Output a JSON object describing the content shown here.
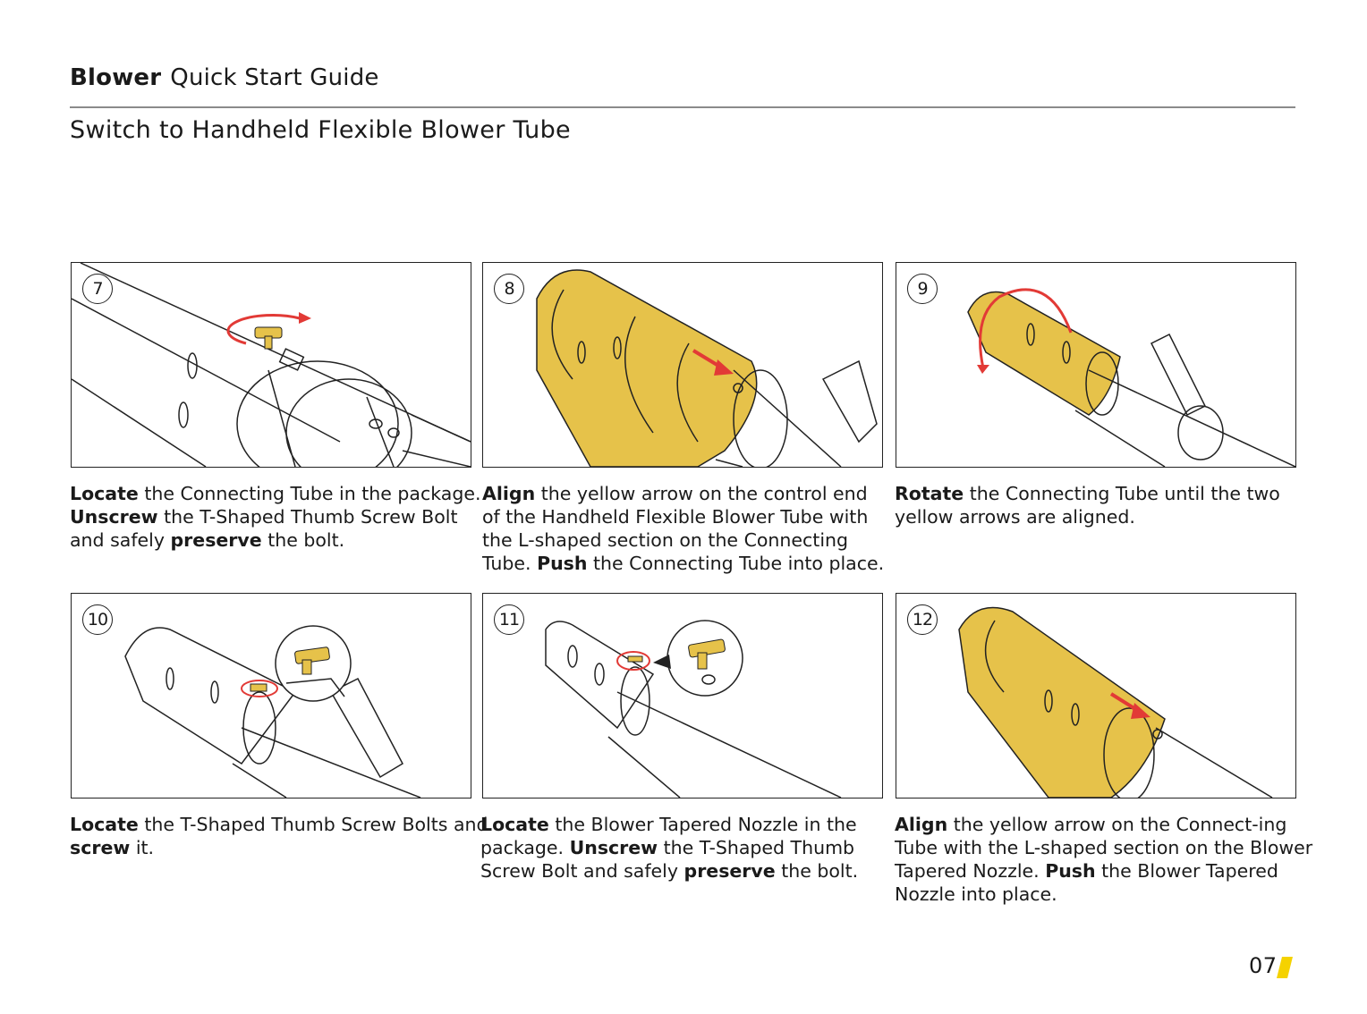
{
  "header": {
    "brand": "Blower",
    "title": "Quick Start Guide"
  },
  "section_title": "Switch to Handheld Flexible Blower Tube",
  "colors": {
    "accent_yellow": "#e6c24a",
    "arrow_red": "#e23a36",
    "page_mark": "#f5d200"
  },
  "steps": [
    {
      "num": "7",
      "parts": [
        {
          "b": true,
          "t": "Locate"
        },
        {
          "b": false,
          "t": " the Connecting Tube in the package. "
        },
        {
          "b": true,
          "t": "Unscrew"
        },
        {
          "b": false,
          "t": " the T-Shaped Thumb Screw Bolt and safely "
        },
        {
          "b": true,
          "t": "preserve"
        },
        {
          "b": false,
          "t": " the bolt."
        }
      ]
    },
    {
      "num": "8",
      "parts": [
        {
          "b": true,
          "t": "Align"
        },
        {
          "b": false,
          "t": " the yellow arrow on the control end of the Handheld Flexible Blower Tube with the L-shaped section on the Connecting Tube. "
        },
        {
          "b": true,
          "t": "Push"
        },
        {
          "b": false,
          "t": " the Connecting Tube into place."
        }
      ]
    },
    {
      "num": "9",
      "parts": [
        {
          "b": true,
          "t": "Rotate"
        },
        {
          "b": false,
          "t": " the Connecting Tube until the two yellow arrows are aligned."
        }
      ]
    },
    {
      "num": "10",
      "parts": [
        {
          "b": true,
          "t": "Locate"
        },
        {
          "b": false,
          "t": " the T-Shaped Thumb Screw Bolts and "
        },
        {
          "b": true,
          "t": "screw"
        },
        {
          "b": false,
          "t": " it."
        }
      ]
    },
    {
      "num": "11",
      "parts": [
        {
          "b": true,
          "t": "Locate"
        },
        {
          "b": false,
          "t": " the Blower Tapered Nozzle in the package. "
        },
        {
          "b": true,
          "t": "Unscrew"
        },
        {
          "b": false,
          "t": " the T-Shaped Thumb Screw Bolt and safely "
        },
        {
          "b": true,
          "t": "preserve"
        },
        {
          "b": false,
          "t": " the bolt."
        }
      ]
    },
    {
      "num": "12",
      "parts": [
        {
          "b": true,
          "t": "Align"
        },
        {
          "b": false,
          "t": " the yellow arrow on the  Connect-ing Tube with the L-shaped section on the Blower Tapered Nozzle. "
        },
        {
          "b": true,
          "t": "Push"
        },
        {
          "b": false,
          "t": " the Blower Tapered Nozzle into place."
        }
      ]
    }
  ],
  "page_number": "07"
}
